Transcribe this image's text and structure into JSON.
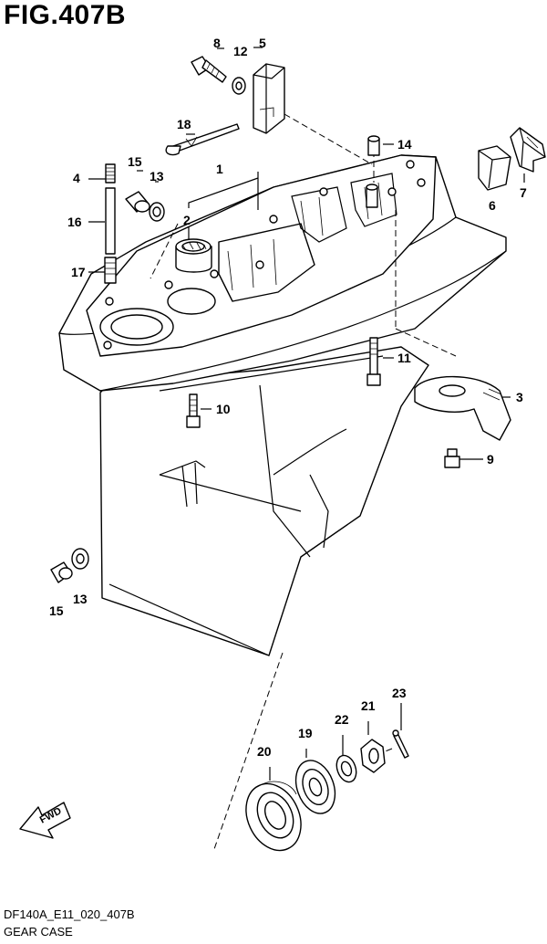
{
  "figure": {
    "title": "FIG.407B",
    "code": "DF140A_E11_020_407B",
    "name": "GEAR CASE",
    "direction_label": "FWD"
  },
  "callouts": [
    "1",
    "2",
    "3",
    "4",
    "5",
    "6",
    "7",
    "8",
    "9",
    "10",
    "11",
    "12",
    "13",
    "13",
    "14",
    "15",
    "15",
    "16",
    "17",
    "18",
    "19",
    "20",
    "21",
    "22",
    "23"
  ]
}
